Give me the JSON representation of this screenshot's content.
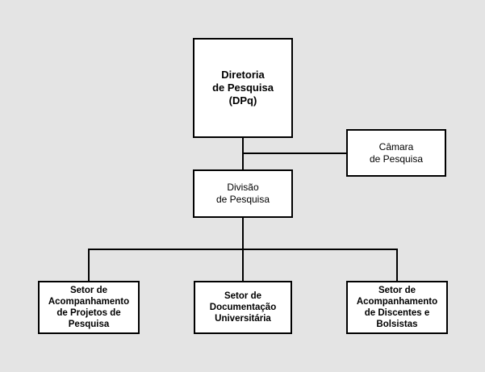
{
  "diagram": {
    "type": "organizational-chart",
    "background_color": "#e4e4e4",
    "box_fill_color": "#ffffff",
    "line_color": "#000000",
    "nodes": [
      {
        "id": "diretoria",
        "label": "Diretoria\nde Pesquisa\n(DPq)",
        "level": 0,
        "emphasis": "bold"
      },
      {
        "id": "camara",
        "label": "Câmara\nde Pesquisa",
        "level": 1,
        "emphasis": "regular"
      },
      {
        "id": "divisao",
        "label": "Divisão\nde Pesquisa",
        "level": 1,
        "emphasis": "regular"
      },
      {
        "id": "setor-projetos",
        "label": "Setor de\nAcompanhamento\nde Projetos de\nPesquisa",
        "level": 2,
        "emphasis": "bold"
      },
      {
        "id": "setor-documentacao",
        "label": "Setor de\nDocumentação\nUniversitária",
        "level": 2,
        "emphasis": "bold"
      },
      {
        "id": "setor-discentes",
        "label": "Setor de\nAcompanhamento\nde Discentes e\nBolsistas",
        "level": 2,
        "emphasis": "bold"
      }
    ],
    "edges": [
      {
        "from": "diretoria",
        "to": "divisao"
      },
      {
        "from": "diretoria",
        "to": "camara"
      },
      {
        "from": "divisao",
        "to": "setor-projetos"
      },
      {
        "from": "divisao",
        "to": "setor-documentacao"
      },
      {
        "from": "divisao",
        "to": "setor-discentes"
      }
    ]
  }
}
